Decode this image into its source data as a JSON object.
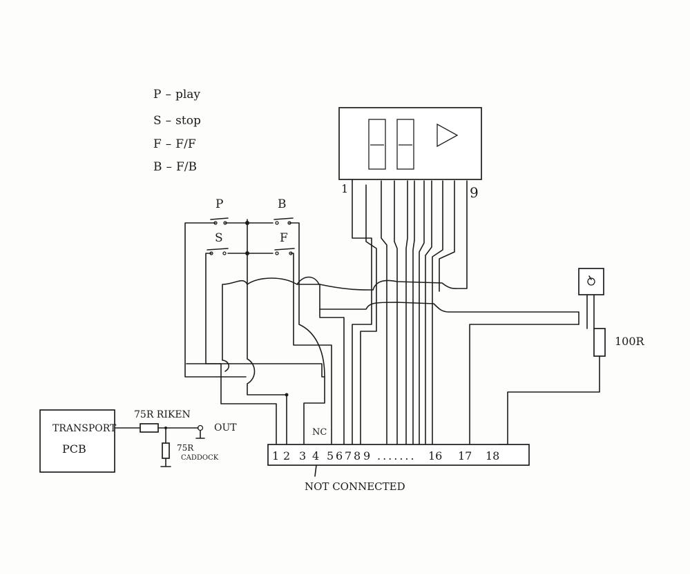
{
  "legend": [
    {
      "key": "P",
      "meaning": "play"
    },
    {
      "key": "S",
      "meaning": "stop"
    },
    {
      "key": "F",
      "meaning": "F/F"
    },
    {
      "key": "B",
      "meaning": "F/B"
    }
  ],
  "switches": {
    "p": "P",
    "b": "B",
    "s": "S",
    "f": "F"
  },
  "display": {
    "pin_first": "1",
    "pin_last": "9"
  },
  "led_resistor": "100R",
  "transport_pcb": {
    "line1": "TRANSPORT",
    "line2": "PCB"
  },
  "series_resistor": "75R RIKEN",
  "shunt_resistor": {
    "line1": "75R",
    "line2": "CADDOCK"
  },
  "output_label": "OUT",
  "nc_label": "NC",
  "connector": {
    "pins_left": [
      "1",
      "2",
      "3",
      "4",
      "5",
      "6",
      "7",
      "8",
      "9"
    ],
    "dots": ".......",
    "pin_16": "16",
    "pin_17": "17",
    "pin_18": "18"
  },
  "not_connected_label": "NOT CONNECTED"
}
